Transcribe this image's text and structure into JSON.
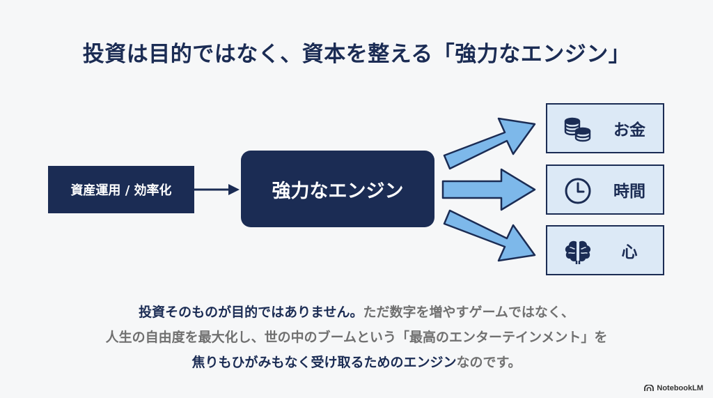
{
  "title": "投資は目的ではなく、資本を整える「強力なエンジン」",
  "diagram": {
    "input_label": "資産運用 / 効率化",
    "engine_label": "強力なエンジン",
    "outputs": [
      {
        "label": "お金",
        "icon": "coins-icon"
      },
      {
        "label": "時間",
        "icon": "clock-icon"
      },
      {
        "label": "心",
        "icon": "brain-icon"
      }
    ],
    "colors": {
      "navy": "#1b2c54",
      "arrow_fill": "#7db8ea",
      "box_fill": "#dce9f6"
    }
  },
  "caption": {
    "line1_bold": "投資そのものが目的ではありません。",
    "line1_rest": "ただ数字を増やすゲームではなく、",
    "line2": "人生の自由度を最大化し、世の中のブームという「最高のエンターテインメント」を",
    "line3_bold1": "焦りもひがみもなく受け取るためのエンジン",
    "line3_rest": "なのです。"
  },
  "brand": {
    "name": "NotebookLM",
    "icon": "notebooklm-logo-icon"
  }
}
